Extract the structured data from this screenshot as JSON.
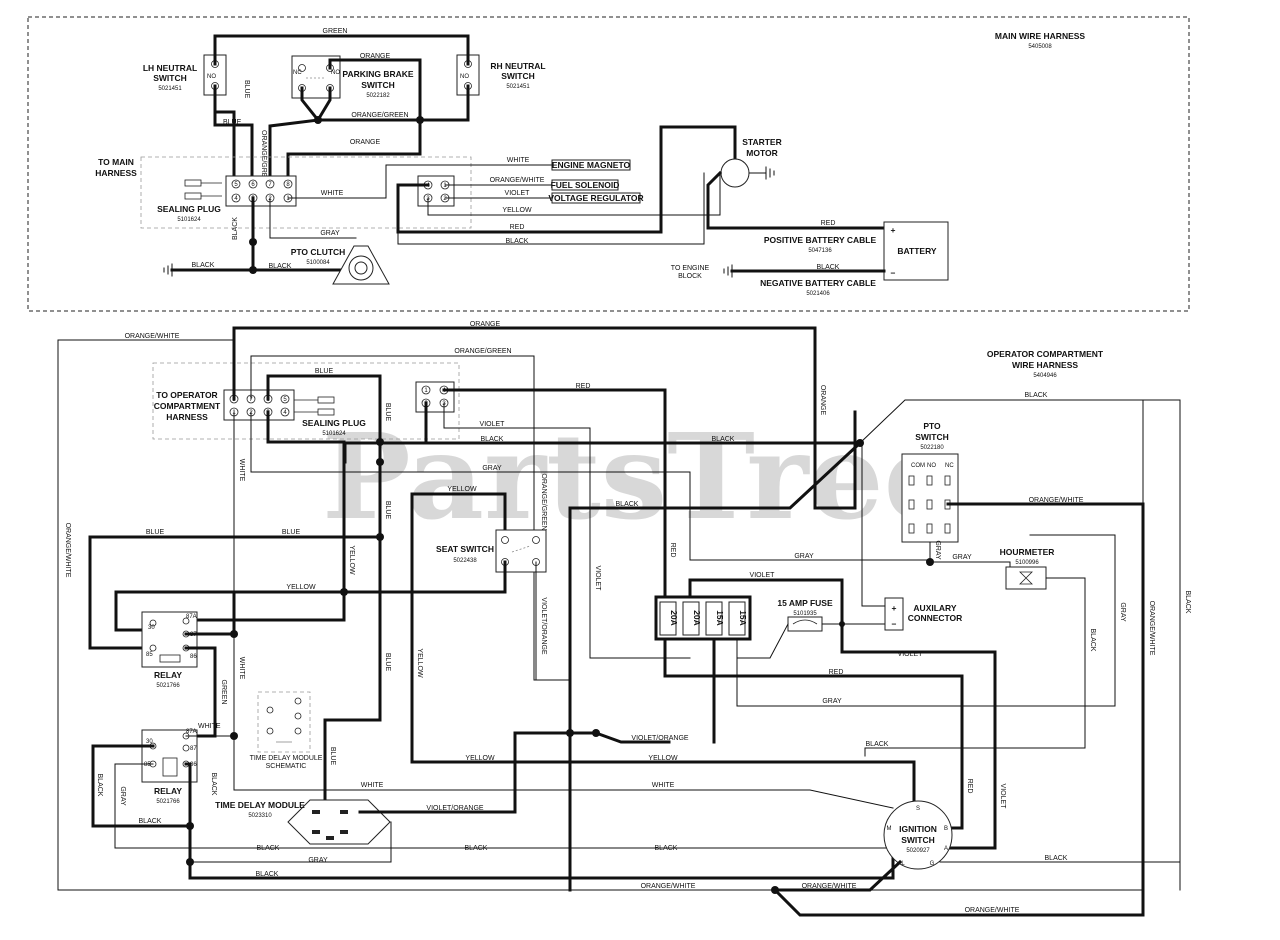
{
  "main_harness": {
    "title": "MAIN WIRE HARNESS",
    "part": "5405008",
    "lh_neutral": {
      "name": "LH NEUTRAL SWITCH",
      "line1": "LH NEUTRAL",
      "line2": "SWITCH",
      "part": "5021451",
      "pin": "NO"
    },
    "rh_neutral": {
      "line1": "RH NEUTRAL",
      "line2": "SWITCH",
      "part": "5021451",
      "pin": "NO"
    },
    "parking_brake": {
      "line1": "PARKING BRAKE",
      "line2": "SWITCH",
      "part": "5022182",
      "pin_nc": "NC",
      "pin_no": "NO"
    },
    "to_main_harness": {
      "line1": "TO MAIN",
      "line2": "HARNESS"
    },
    "sealing_plug": {
      "name": "SEALING PLUG",
      "part": "5101624"
    },
    "pto_clutch": {
      "name": "PTO CLUTCH",
      "part": "5100084"
    },
    "starter_motor": {
      "line1": "STARTER",
      "line2": "MOTOR"
    },
    "engine_magneto": "ENGINE MAGNETO",
    "fuel_solenoid": "FUEL SOLENOID",
    "voltage_regulator": "VOLTAGE REGULATOR",
    "positive_battery_cable": {
      "name": "POSITIVE BATTERY CABLE",
      "part": "5047136"
    },
    "negative_battery_cable": {
      "name": "NEGATIVE BATTERY CABLE",
      "part": "5021406"
    },
    "battery": "BATTERY",
    "battery_plus": "+",
    "battery_minus": "−",
    "to_engine_block": {
      "line1": "TO ENGINE",
      "line2": "BLOCK"
    },
    "plug_pins_top": [
      "5",
      "6",
      "7",
      "8"
    ],
    "plug_pins_bottom": [
      "4",
      "3",
      "2",
      "1"
    ],
    "fuel_conn_pins": [
      "4",
      "1",
      "3",
      "2"
    ],
    "wires": {
      "green": "GREEN",
      "orange": "ORANGE",
      "blue": "BLUE",
      "orange_green": "ORANGE/GREEN",
      "orange_white": "ORANGE/WHITE",
      "white": "WHITE",
      "violet": "VIOLET",
      "yellow": "YELLOW",
      "red": "RED",
      "black": "BLACK",
      "gray": "GRAY"
    }
  },
  "operator_harness": {
    "title_line1": "OPERATOR COMPARTMENT",
    "title_line2": "WIRE HARNESS",
    "part": "5404946",
    "to_operator": {
      "line1": "TO OPERATOR",
      "line2": "COMPARTMENT",
      "line3": "HARNESS"
    },
    "sealing_plug": {
      "name": "SEALING PLUG",
      "part": "5101624"
    },
    "plug_pins_top": [
      "8",
      "7",
      "6",
      "5"
    ],
    "plug_pins_bottom": [
      "1",
      "2",
      "3",
      "4"
    ],
    "small_conn_pins": [
      "1",
      "4",
      "2",
      "3"
    ],
    "seat_switch": {
      "name": "SEAT SWITCH",
      "part": "5022438"
    },
    "pto_switch": {
      "line1": "PTO",
      "line2": "SWITCH",
      "part": "5022180",
      "pins": [
        "COM",
        "NO",
        "NC"
      ]
    },
    "hourmeter": {
      "name": "HOURMETER",
      "part": "5100996"
    },
    "auxiliary_connector": {
      "line1": "AUXILARY",
      "line2": "CONNECTOR"
    },
    "fuse_15": {
      "name": "15 AMP FUSE",
      "part": "5101935"
    },
    "fuses": [
      "20A",
      "20A",
      "15A",
      "15A"
    ],
    "relay_top": {
      "name": "RELAY",
      "part": "5021766",
      "pins": [
        "30",
        "87A",
        "87",
        "85",
        "86"
      ]
    },
    "relay_bottom": {
      "name": "RELAY",
      "part": "5021766",
      "pins": [
        "30",
        "87A",
        "87",
        "85",
        "86"
      ]
    },
    "time_delay_schematic": {
      "line1": "TIME DELAY MODULE",
      "line2": "SCHEMATIC"
    },
    "time_delay_module": {
      "name": "TIME DELAY MODULE",
      "part": "5023310"
    },
    "ignition_switch": {
      "line1": "IGNITION",
      "line2": "SWITCH",
      "part": "5020927",
      "pins": [
        "S",
        "B",
        "A",
        "G",
        "L",
        "M"
      ]
    },
    "wires": {
      "orange": "ORANGE",
      "orange_white": "ORANGE/WHITE",
      "orange_green": "ORANGE/GREEN",
      "blue": "BLUE",
      "red": "RED",
      "violet": "VIOLET",
      "black": "BLACK",
      "gray": "GRAY",
      "white": "WHITE",
      "yellow": "YELLOW",
      "green": "GREEN",
      "violet_orange": "VIOLET/ORANGE"
    }
  },
  "watermark": "PartsTree"
}
